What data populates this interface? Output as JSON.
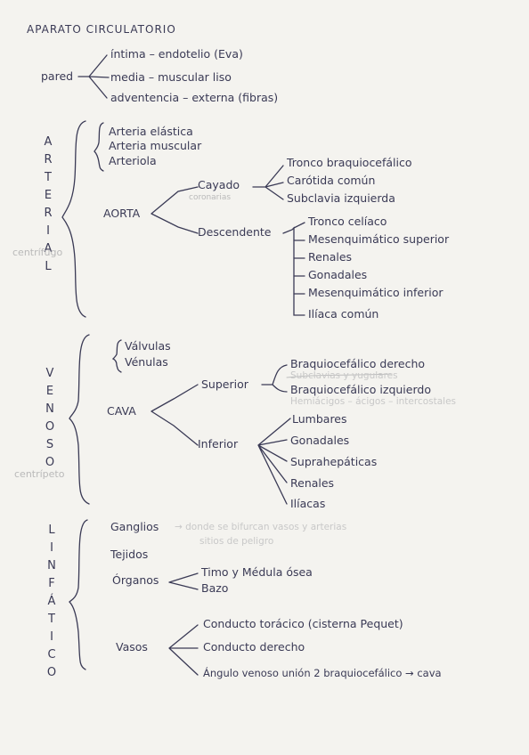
{
  "title": "APARATO CIRCULATORIO",
  "pared": {
    "label": "pared",
    "items": [
      "íntima – endotelio (Eva)",
      "media – muscular liso",
      "adventencia – externa (fibras)"
    ]
  },
  "arterial": {
    "letters": [
      "A",
      "R",
      "T",
      "E",
      "R",
      "I",
      "A",
      "L"
    ],
    "note": "centrífugo",
    "types": [
      "Arteria elástica",
      "Arteria muscular",
      "Arteriola"
    ],
    "aorta": "AORTA",
    "cayado": "Cayado",
    "coronarias": "coronarias",
    "cayado_branches": [
      "Tronco braquiocefálico",
      "Carótida común",
      "Subclavia izquierda"
    ],
    "descendente": "Descendente",
    "descendente_branches": [
      "Tronco celíaco",
      "Mesenquimático superior",
      "Renales",
      "Gonadales",
      "Mesenquimático inferior",
      "Ilíaca común"
    ]
  },
  "venoso": {
    "letters": [
      "V",
      "E",
      "N",
      "O",
      "S",
      "O"
    ],
    "note": "centrípeto",
    "types": [
      "Válvulas",
      "Vénulas"
    ],
    "cava": "CAVA",
    "superior": "Superior",
    "superior_branches": [
      "Braquiocefálico derecho",
      "Braquiocefálico izquierdo"
    ],
    "superior_note1": "Subclavias y yugulares",
    "superior_note2": "Hemiácigos – ácigos – intercostales",
    "inferior": "Inferior",
    "inferior_branches": [
      "Lumbares",
      "Gonadales",
      "Suprahepáticas",
      "Renales",
      "Ilíacas"
    ]
  },
  "linfatico": {
    "letters": [
      "L",
      "I",
      "N",
      "F",
      "Á",
      "T",
      "I",
      "C",
      "O"
    ],
    "ganglios": "Ganglios",
    "ganglios_note1": "→ donde se bifurcan vasos y arterias",
    "ganglios_note2": "sitios de peligro",
    "tejidos": "Tejidos",
    "organos": "Órganos",
    "organos_items": [
      "Timo y Médula ósea",
      "Bazo"
    ],
    "vasos": "Vasos",
    "vasos_items": [
      "Conducto torácico (cisterna Pequet)",
      "Conducto derecho",
      "Ángulo venoso unión 2 braquiocefálico → cava"
    ]
  }
}
